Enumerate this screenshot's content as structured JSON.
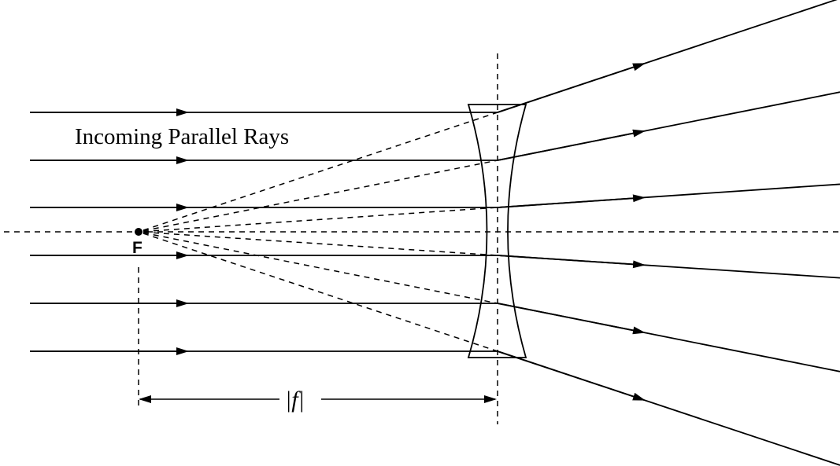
{
  "title_label": "Incoming Parallel Rays",
  "focal_point_label": "F",
  "focal_length_label": "|f|",
  "diagram": {
    "type": "diverging-lens-ray-diagram",
    "ray_count": 6,
    "ink_color": "#000000"
  }
}
